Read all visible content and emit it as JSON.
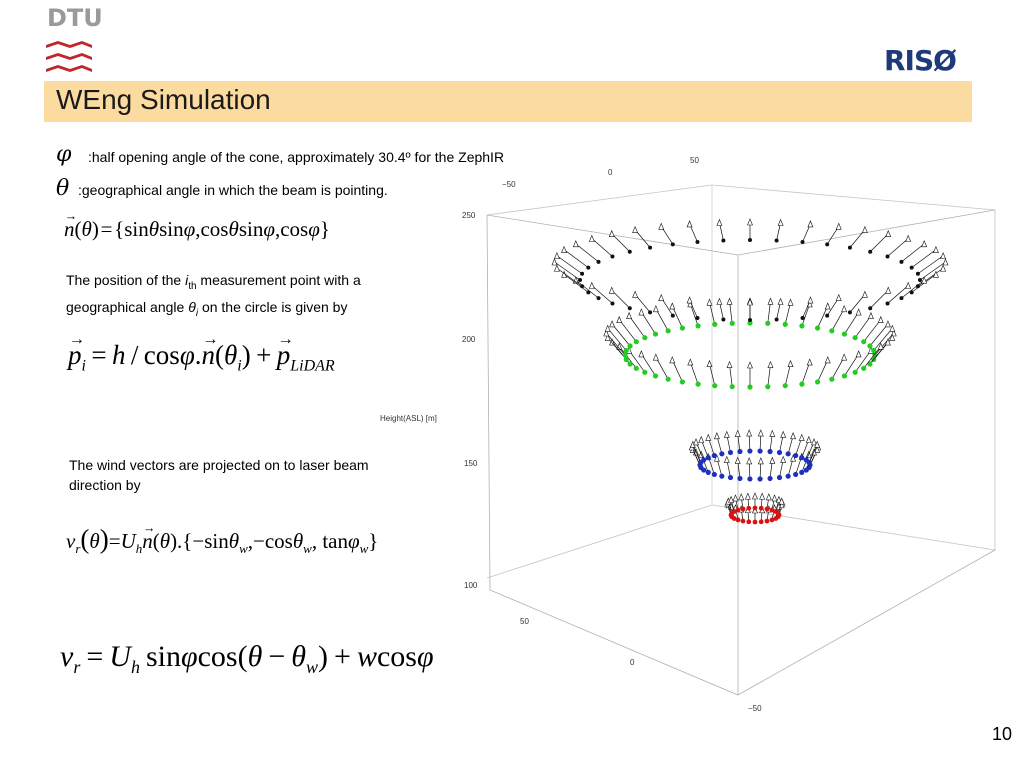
{
  "header": {
    "dtu_logo_text": "DTU",
    "riso_logo_text": "RISØ",
    "title": "WEng Simulation"
  },
  "definitions": {
    "phi_symbol": "φ",
    "phi_text": ":half opening angle of the cone, approximately 30.4º for the ZephIR",
    "theta_symbol": "θ",
    "theta_text": ":geographical angle in which the beam is pointing."
  },
  "equations": {
    "n_vector": "n(θ) = {sinθsinφ,cosθsinφ,cosφ}",
    "p_vector": "p_i = h/cosφ.n(θ_i) + p_LiDAR",
    "vr_projection": "v_r(θ)=U_h n(θ).{−sinθ_w,−cosθ_w, tanφ_w}",
    "vr_final": "v_r = U_h sinφcos(θ − θ_w) + wcosφ"
  },
  "paragraphs": {
    "position_line1_a": "The position of the ",
    "position_line1_i": "i",
    "position_line1_sub": "th",
    "position_line1_b": " measurement point with a",
    "position_line2_a": "geographical angle ",
    "position_line2_theta": "θ",
    "position_line2_sub": "i",
    "position_line2_b": " on the circle is given by",
    "wind_line1": "The wind vectors are projected on to laser beam",
    "wind_line2": "direction by"
  },
  "plot": {
    "z_axis_label": "Height(ASL) [m]",
    "z_ticks": [
      "250",
      "200",
      "150",
      "100"
    ],
    "bottom_ticks_front": [
      "50",
      "0",
      "−50"
    ],
    "top_ticks": [
      "50",
      "0",
      "−50"
    ],
    "colors": {
      "frame": "#b0b0b0",
      "upper_ring": "#22cc22",
      "middle_ring": "#1f2fbf",
      "lower_ring": "#dd1111",
      "arrows": "#111111"
    }
  },
  "footer": {
    "page_number": "10"
  }
}
